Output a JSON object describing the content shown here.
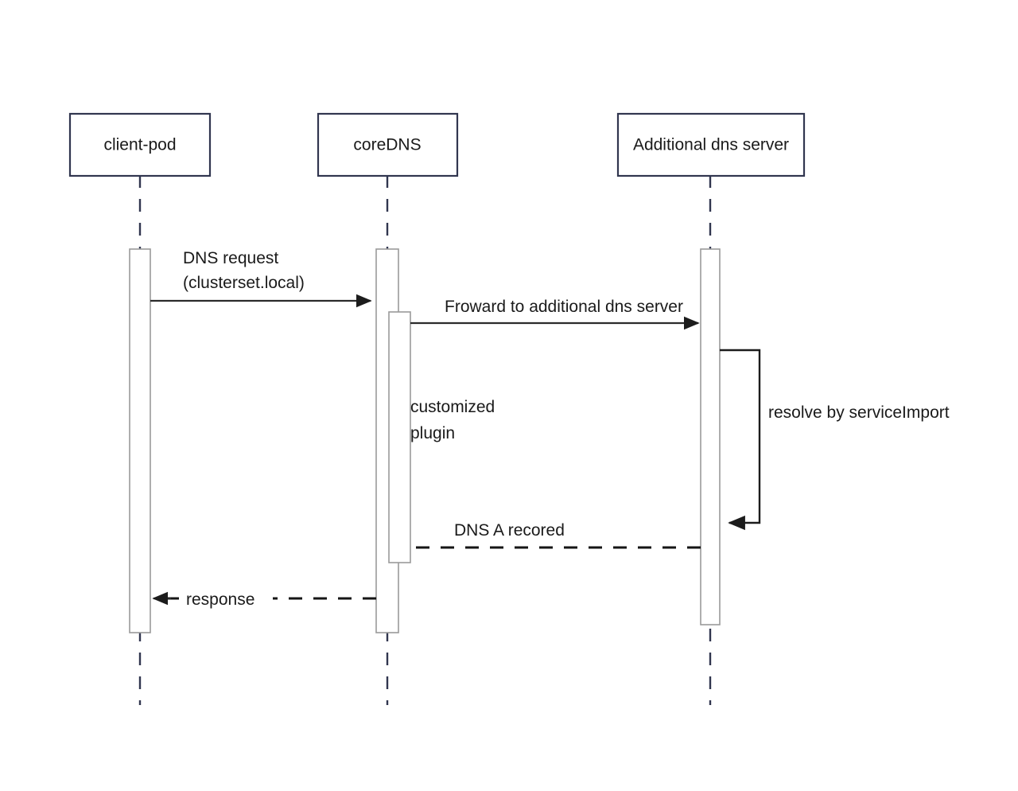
{
  "diagram": {
    "type": "sequence-diagram",
    "title": "",
    "background_color": "#ffffff",
    "line_color": "#31364f",
    "text_color": "#1a1a1a",
    "activation_stroke": "#9a9a9a",
    "participants": [
      {
        "id": "client-pod",
        "label": "client-pod"
      },
      {
        "id": "coredns",
        "label": "coreDNS"
      },
      {
        "id": "additional-dns",
        "label": "Additional dns server"
      }
    ],
    "messages": [
      {
        "id": "dns-request",
        "from": "client-pod",
        "to": "coredns",
        "label_line1": "DNS request",
        "label_line2": "(clusterset.local)",
        "style": "solid",
        "direction": "right"
      },
      {
        "id": "forward-to-additional",
        "from": "coredns",
        "to": "additional-dns",
        "label_line1": "Froward to additional dns server",
        "label_line2": "",
        "style": "solid",
        "direction": "right"
      },
      {
        "id": "resolve-by-serviceimport",
        "from": "additional-dns",
        "to": "additional-dns",
        "label_line1": "resolve by serviceImport",
        "label_line2": "",
        "style": "solid",
        "direction": "self"
      },
      {
        "id": "dns-a-record",
        "from": "additional-dns",
        "to": "coredns",
        "label_line1": "DNS A recored",
        "label_line2": "",
        "style": "dashed",
        "direction": "left"
      },
      {
        "id": "response",
        "from": "coredns",
        "to": "client-pod",
        "label_line1": "response",
        "label_line2": "",
        "style": "dashed",
        "direction": "left"
      }
    ],
    "notes": [
      {
        "id": "customized-plugin",
        "on": "coredns",
        "label_line1": "customized",
        "label_line2": "plugin"
      }
    ]
  }
}
